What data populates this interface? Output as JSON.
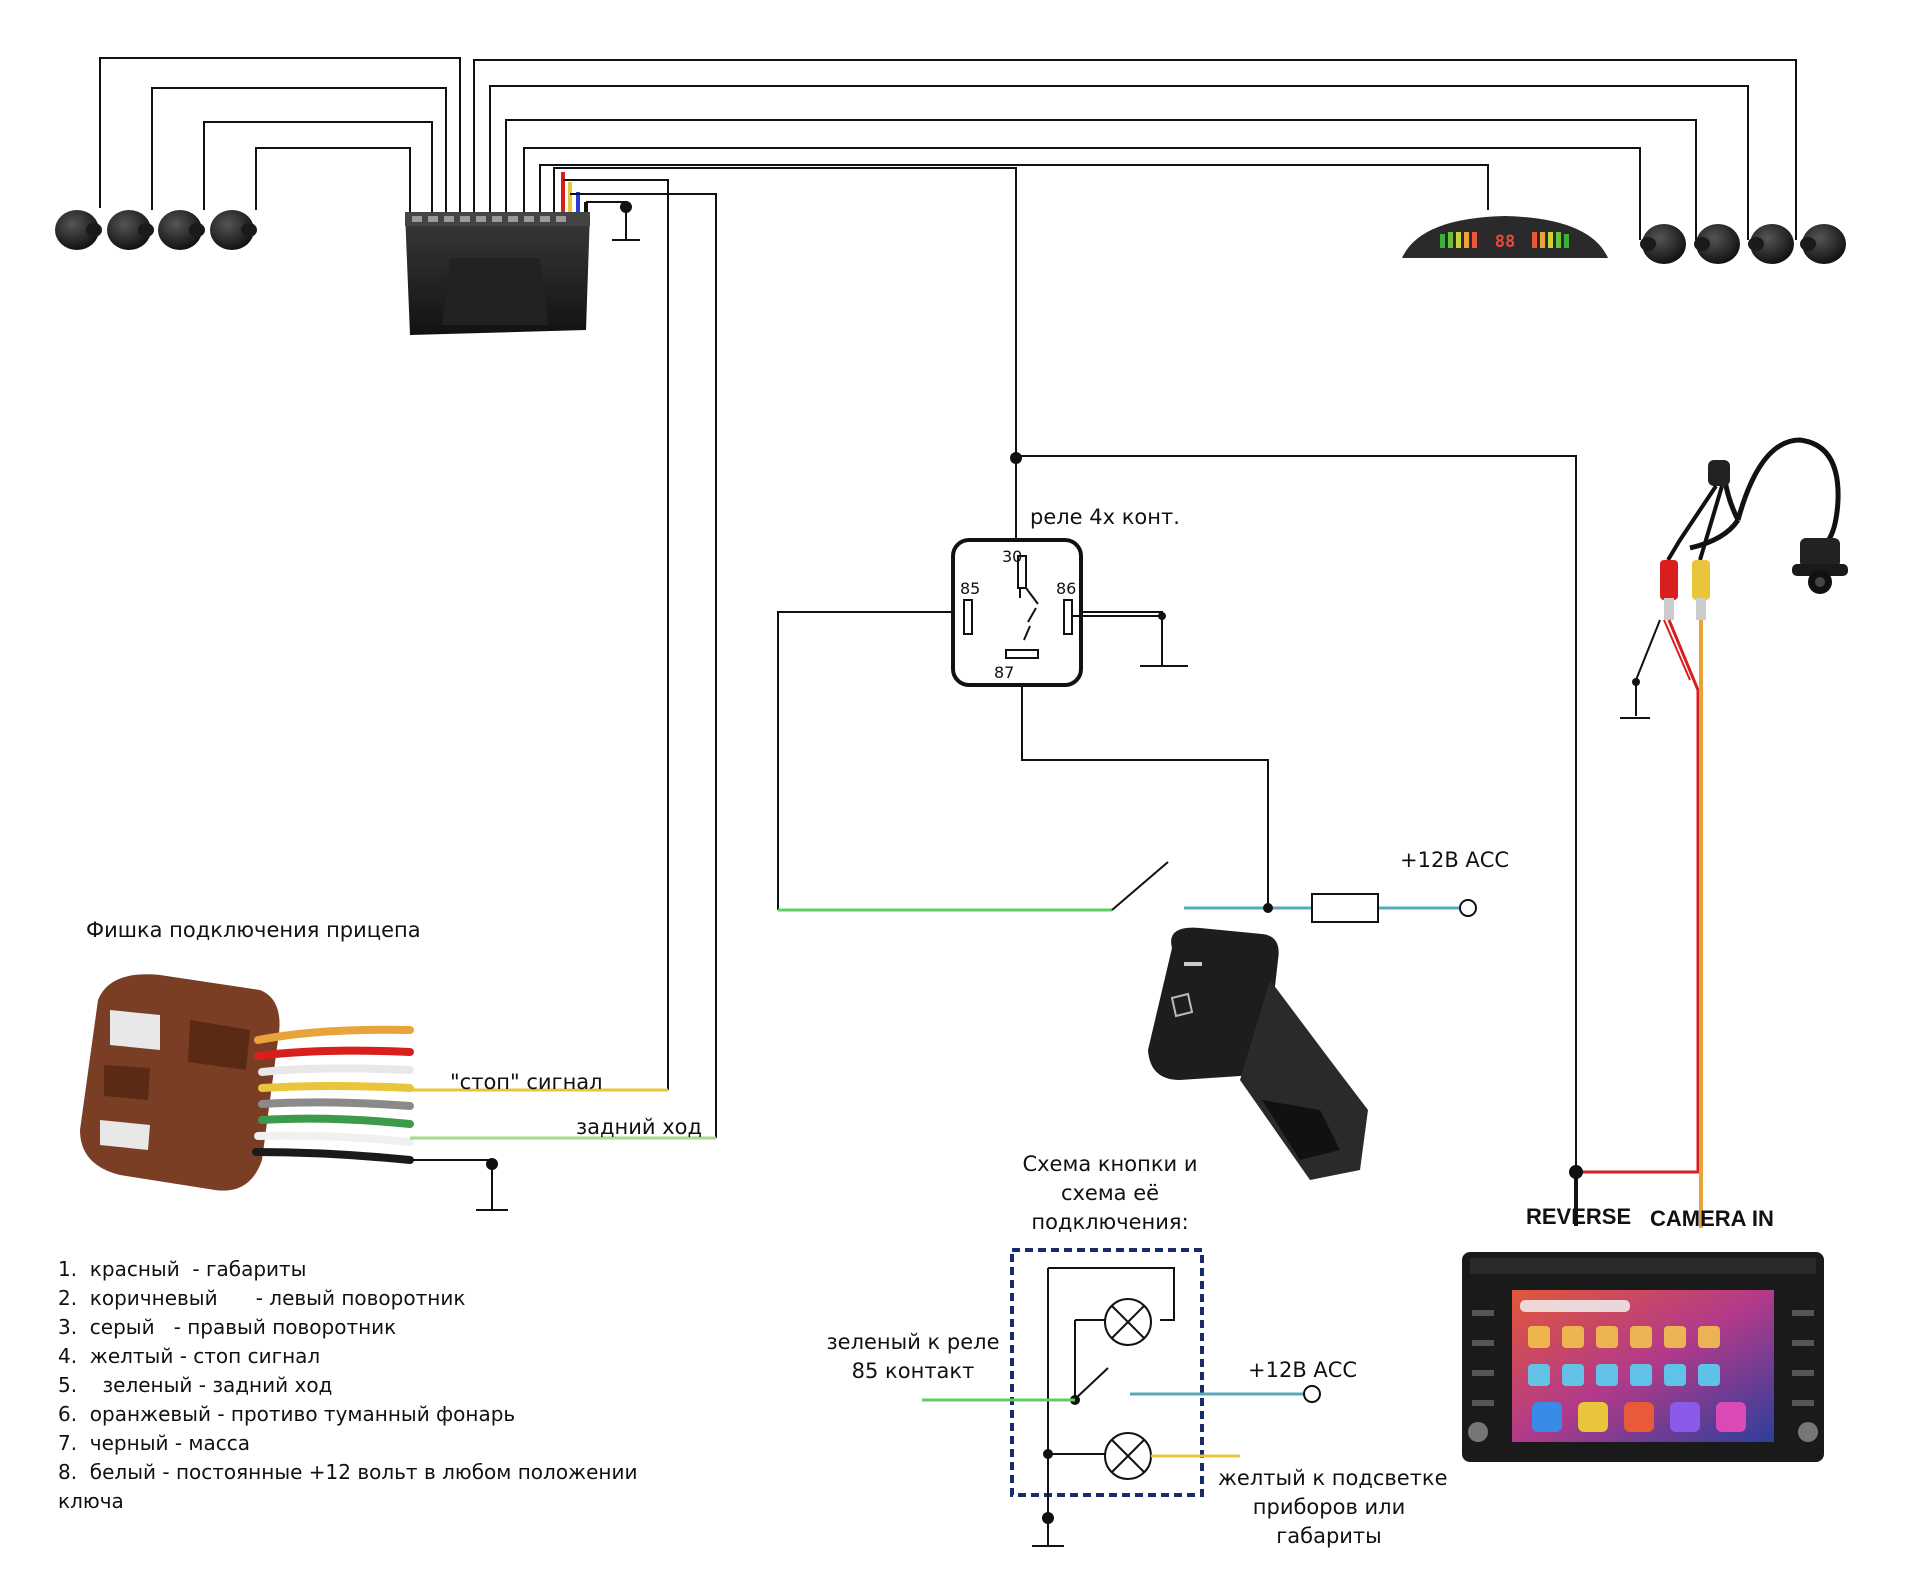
{
  "labels": {
    "relay_title": "реле 4х конт.",
    "relay_pin_30": "30",
    "relay_pin_85": "85",
    "relay_pin_86": "86",
    "relay_pin_87": "87",
    "acc_top": "+12В АСС",
    "trailer_title": "Фишка подключения прицепа",
    "stop_signal": "\"стоп\" сигнал",
    "reverse_wire": "задний ход",
    "button_scheme": [
      "Схема кнопки и",
      "схема её",
      "подключения:"
    ],
    "green_to_relay": [
      "зеленый к реле",
      "85 контакт"
    ],
    "acc_bottom": "+12В АСС",
    "yellow_note": [
      "желтый к подсветке",
      "приборов или",
      "габариты"
    ],
    "reverse": "REVERSE",
    "camera_in": "CAMERA IN",
    "display_digits": "88"
  },
  "legend": [
    "1.  красный  - габариты",
    "2.  коричневый      - левый поворотник",
    "3.  серый   - правый поворотник",
    "4.  желтый - стоп сигнал",
    "5.    зеленый - задний ход",
    "6.  оранжевый - противо туманный фонарь",
    "7.  черный - масса",
    "8.  белый - постоянные +12 вольт в любом положении"
  ],
  "legend_tail": "ключа",
  "colors": {
    "wire_black": "#111111",
    "wire_green": "#5fcf5f",
    "wire_teal": "#5aa8bd",
    "wire_red": "#d91e1e",
    "wire_yellow": "#e8c53a",
    "wire_orange": "#e8a33a",
    "dash_border": "#1a2a6a"
  },
  "icons": [
    "parking-sensor-icon",
    "parking-control-unit-icon",
    "led-display-icon",
    "relay-icon",
    "fuse-icon",
    "lamp-icon",
    "ground-icon",
    "switch-button-icon",
    "rear-camera-icon",
    "rca-connector-icon",
    "trailer-connector-icon",
    "car-head-unit-icon"
  ]
}
